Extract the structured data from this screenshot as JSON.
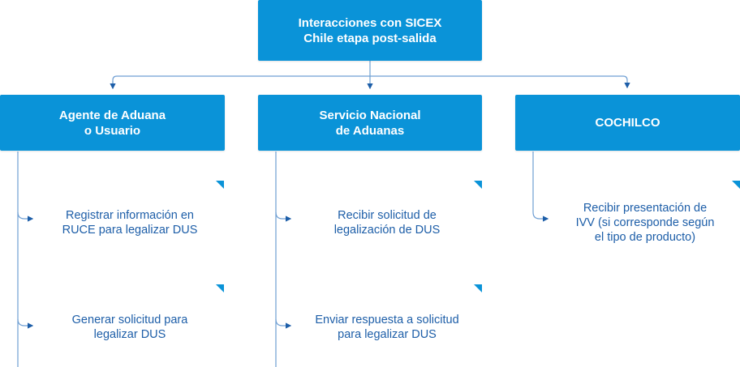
{
  "diagram": {
    "root": {
      "label": "Interacciones con SICEX\nChile etapa post-salida"
    },
    "columns": [
      {
        "header": "Agente de Aduana\no Usuario",
        "steps": [
          "Registrar información en\nRUCE para legalizar DUS",
          "Generar solicitud para\nlegalizar DUS"
        ]
      },
      {
        "header": "Servicio Nacional\nde Aduanas",
        "steps": [
          "Recibir solicitud de\nlegalización de DUS",
          "Enviar respuesta a solicitud\npara legalizar DUS"
        ]
      },
      {
        "header": "COCHILCO",
        "steps": [
          "Recibir presentación de\nIVV (si corresponde según\nel tipo de producto)"
        ]
      }
    ]
  },
  "colors": {
    "box_fill": "#0a93d8",
    "box_text": "#ffffff",
    "step_text": "#1d5ea8",
    "connector": "#6f9fd3",
    "arrow": "#1d5ea8"
  }
}
